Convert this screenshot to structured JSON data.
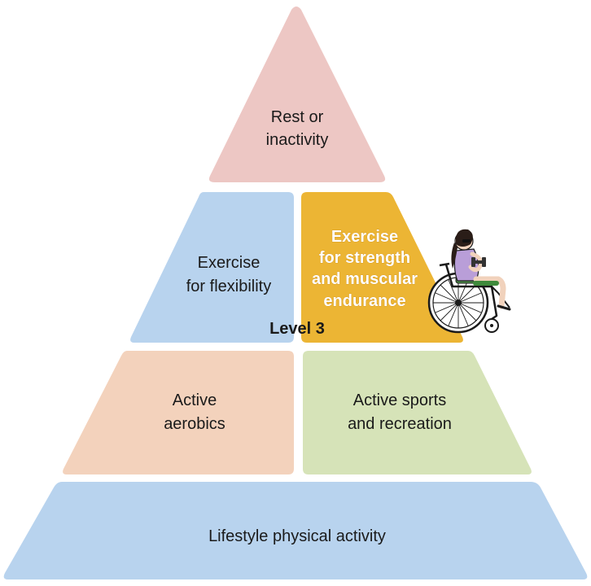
{
  "colors": {
    "top": "#edc7c4",
    "flexibility": "#b8d3ee",
    "strength": "#ecb534",
    "aerobics": "#f3d2bc",
    "sports": "#d6e3b8",
    "lifestyle": "#b8d3ee"
  },
  "tiers": {
    "top": {
      "line1": "Rest or",
      "line2": "inactivity"
    },
    "flexibility": {
      "line1": "Exercise",
      "line2": "for flexibility"
    },
    "strength": {
      "line1": "Exercise",
      "line2": "for strength",
      "line3": "and muscular",
      "line4": "endurance",
      "highlighted": true
    },
    "level_label": "Level 3",
    "aerobics": {
      "line1": "Active",
      "line2": "aerobics"
    },
    "sports": {
      "line1": "Active sports",
      "line2": "and recreation"
    },
    "lifestyle": {
      "line1": "Lifestyle physical activity"
    }
  },
  "illustration": {
    "icon": "wheelchair-athlete-icon"
  }
}
